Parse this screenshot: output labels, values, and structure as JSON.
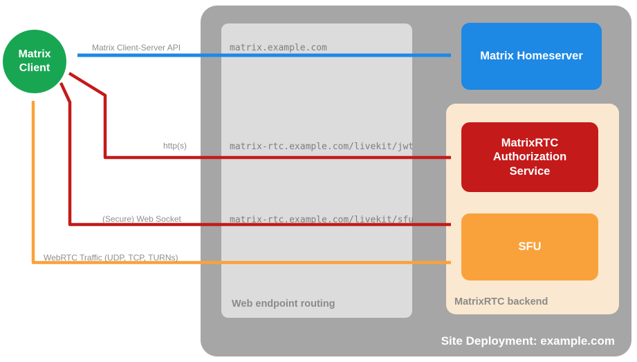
{
  "colors": {
    "client_green": "#18A652",
    "homeserver_blue": "#1E88E5",
    "auth_red": "#C41A1A",
    "sfu_orange": "#F9A23B",
    "container_gray": "#A6A6A6",
    "routing_gray": "#DCDCDC",
    "backend_peach": "#FBE8D0"
  },
  "client": {
    "label": "Matrix Client"
  },
  "container": {
    "caption": "Site Deployment: example.com"
  },
  "routing": {
    "caption": "Web endpoint routing",
    "endpoints": [
      "matrix.example.com",
      "matrix-rtc.example.com/livekit/jwt",
      "matrix-rtc.example.com/livekit/sfu"
    ]
  },
  "homeserver": {
    "label": "Matrix Homeserver"
  },
  "backend": {
    "caption": "MatrixRTC backend",
    "auth_service": {
      "label": "MatrixRTC Authorization Service"
    },
    "sfu": {
      "label": "SFU"
    }
  },
  "arrows": {
    "client_server_api": {
      "label": "Matrix Client-Server API",
      "color": "#1E88E5"
    },
    "http": {
      "label": "http(s)",
      "color": "#C41A1A"
    },
    "websocket": {
      "label": "(Secure) Web Socket",
      "color": "#C41A1A"
    },
    "webrtc": {
      "label": "WebRTC Traffic (UDP, TCP, TURNs)",
      "color": "#F9A23B"
    }
  }
}
